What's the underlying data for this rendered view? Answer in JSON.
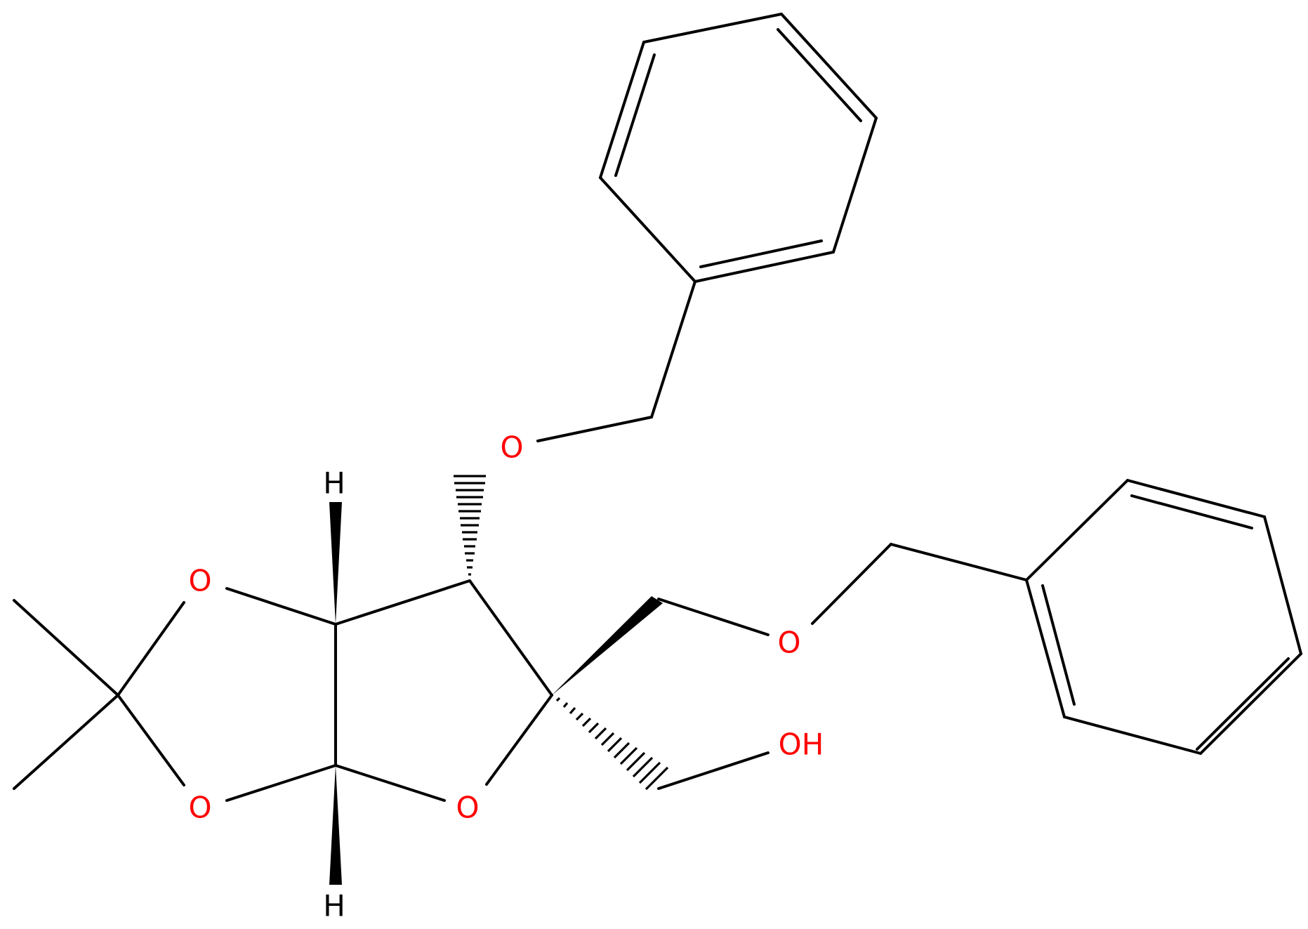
{
  "molecule": {
    "atoms": {
      "o_benzyloxy_upper": "O",
      "o_dioxolane_top": "O",
      "o_dioxolane_bottom": "O",
      "o_furanose_ring": "O",
      "o_benzyloxy_lower": "O",
      "oh_hydroxyl": "OH",
      "h_top": "H",
      "h_bottom": "H"
    }
  },
  "colors": {
    "bond": "#000000",
    "heteroatom_oxygen": "#ff0000",
    "hydrogen": "#000000",
    "background": "#ffffff"
  }
}
